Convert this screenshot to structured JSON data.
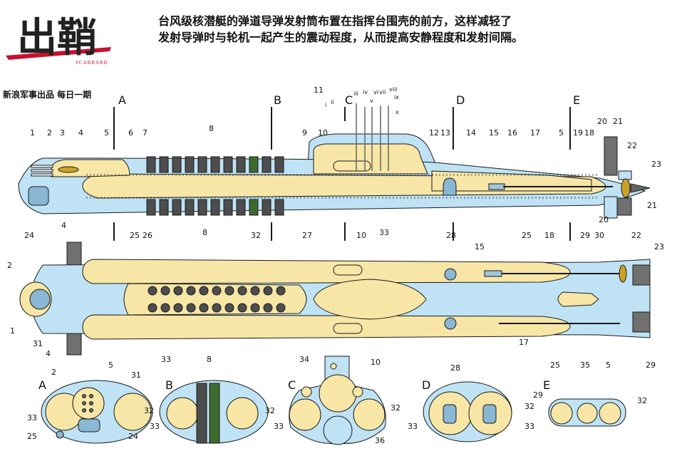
{
  "brand": {
    "logo_text": "出鞘",
    "logo_sub": "SCABBARD",
    "credit": "新浪军事出品 每日一期"
  },
  "caption": {
    "line1": "台风级核潜艇的弹道导弹发射筒布置在指挥台围壳的前方，这样减轻了",
    "line2": "发射导弹时与轮机一起产生的震动程度，从而提高安静程度和发射间隔。"
  },
  "sections": [
    "A",
    "B",
    "C",
    "D",
    "E"
  ],
  "roman": [
    "i",
    "ii",
    "iii",
    "iv",
    "v",
    "vi",
    "vii",
    "viii",
    "ix",
    "x"
  ],
  "colors": {
    "hull": "#bfe3f5",
    "pressure_hull": "#f7e6a6",
    "outline": "#1a1a1a",
    "missile": "#4d4d4d",
    "missile_green": "#3d6b2e",
    "gray_part": "#707070",
    "logo_red": "#c8102e"
  }
}
